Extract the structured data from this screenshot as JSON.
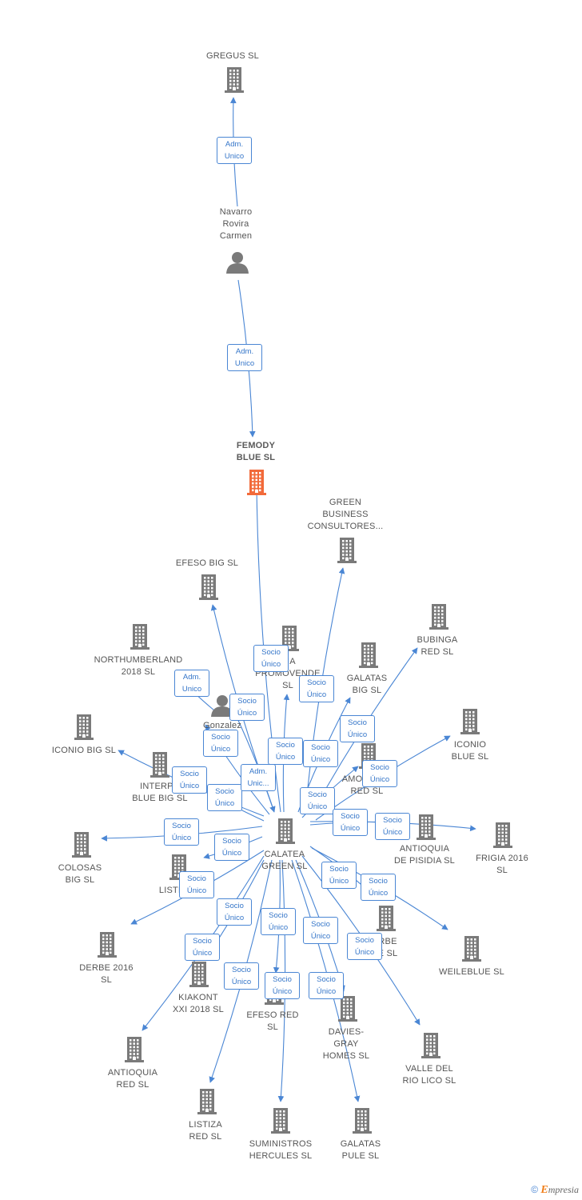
{
  "colors": {
    "edge": "#4a86d4",
    "node": "#7a7a7a",
    "focus": "#f26a3a"
  },
  "footer": {
    "copyright": "©",
    "brand_initial": "E",
    "brand_rest": "mpresia"
  },
  "nodes": [
    {
      "id": "gregus",
      "label": "GREGUS  SL",
      "type": "company"
    },
    {
      "id": "navarro",
      "label": "Navarro\nRovira\nCarmen",
      "type": "person"
    },
    {
      "id": "femody",
      "label": "FEMODY\nBLUE  SL",
      "type": "focus"
    },
    {
      "id": "green",
      "label": "GREEN\nBUSINESS\nCONSULTORES...",
      "type": "company"
    },
    {
      "id": "efeso_big",
      "label": "EFESO BIG  SL",
      "type": "company"
    },
    {
      "id": "frigia_prom",
      "label": "GIA\nPROMOVENDE\nSL",
      "type": "company"
    },
    {
      "id": "bubinga",
      "label": "BUBINGA\nRED  SL",
      "type": "company"
    },
    {
      "id": "northumberland",
      "label": "NORTHUMBERLAND\n2018  SL",
      "type": "company"
    },
    {
      "id": "galatas_big",
      "label": "GALATAS\nBIG  SL",
      "type": "company"
    },
    {
      "id": "gonzalez",
      "label": "Gonzalez\nPe        ris",
      "type": "person"
    },
    {
      "id": "iconio_blue",
      "label": "ICONIO\nBLUE  SL",
      "type": "company"
    },
    {
      "id": "iconio_big",
      "label": "ICONIO BIG  SL",
      "type": "company"
    },
    {
      "id": "interpul",
      "label": "INTERPU\nBLUE BIG  SL",
      "type": "company"
    },
    {
      "id": "amonio",
      "label": "AMONIO        TA\nRED  SL",
      "type": "company"
    },
    {
      "id": "calatea",
      "label": "CALATEA\nGREEN  SL",
      "type": "company"
    },
    {
      "id": "colosas",
      "label": "COLOSAS\nBIG  SL",
      "type": "company"
    },
    {
      "id": "listiza_1",
      "label": "LISTIZ",
      "type": "company"
    },
    {
      "id": "antioquia_pis",
      "label": "ANTIOQUIA\nDE PISIDIA  SL",
      "type": "company"
    },
    {
      "id": "frigia_2016",
      "label": "FRIGIA 2016\nSL",
      "type": "company"
    },
    {
      "id": "derbe_2016",
      "label": "DERBE 2016\nSL",
      "type": "company"
    },
    {
      "id": "derbe_2",
      "label": "RBE\nE  SL",
      "type": "company"
    },
    {
      "id": "weileblue",
      "label": "WEILEBLUE  SL",
      "type": "company"
    },
    {
      "id": "kiakont",
      "label": "KIAKONT\nXXI 2018  SL",
      "type": "company"
    },
    {
      "id": "efeso_red",
      "label": "EFESO RED\nSL",
      "type": "company"
    },
    {
      "id": "davies",
      "label": "DAVIES-\nGRAY\nHOMES  SL",
      "type": "company"
    },
    {
      "id": "valle",
      "label": "VALLE DEL\nRIO LICO  SL",
      "type": "company"
    },
    {
      "id": "antioquia_red",
      "label": "ANTIOQUIA\nRED  SL",
      "type": "company"
    },
    {
      "id": "listiza_red",
      "label": "LISTIZA\nRED  SL",
      "type": "company"
    },
    {
      "id": "suministros",
      "label": "SUMINISTROS\nHERCULES  SL",
      "type": "company"
    },
    {
      "id": "galatas_pule",
      "label": "GALATAS\nPULE  SL",
      "type": "company"
    }
  ],
  "edges": [
    {
      "from": "navarro",
      "to": "gregus",
      "label": "Adm.\nUnico"
    },
    {
      "from": "navarro",
      "to": "femody",
      "label": "Adm.\nUnico"
    },
    {
      "from": "calatea",
      "to": "femody",
      "label": "Socio\nÚnico"
    },
    {
      "from": "calatea",
      "to": "green",
      "label": "Socio\nÚnico"
    },
    {
      "from": "calatea",
      "to": "efeso_big",
      "label": "Socio\nÚnico"
    },
    {
      "from": "calatea",
      "to": "frigia_prom",
      "label": "Socio\nÚnico"
    },
    {
      "from": "calatea",
      "to": "bubinga",
      "label": "Socio\nÚnico"
    },
    {
      "from": "gonzalez",
      "to": "northumberland",
      "label": "Adm.\nUnico"
    },
    {
      "from": "calatea",
      "to": "galatas_big",
      "label": "Socio\nÚnico"
    },
    {
      "from": "calatea",
      "to": "iconio_blue",
      "label": "Socio\nÚnico"
    },
    {
      "from": "calatea",
      "to": "iconio_big",
      "label": "Socio\nÚnico"
    },
    {
      "from": "calatea",
      "to": "interpul",
      "label": "Socio\nÚnico"
    },
    {
      "from": "gonzalez",
      "to": "calatea",
      "label": "Adm.\nUnic..."
    },
    {
      "from": "calatea",
      "to": "amonio",
      "label": "Socio\nÚnico"
    },
    {
      "from": "calatea",
      "to": "colosas",
      "label": "Socio\nÚnico"
    },
    {
      "from": "calatea",
      "to": "listiza_1",
      "label": "Socio\nÚnico"
    },
    {
      "from": "calatea",
      "to": "antioquia_pis",
      "label": "Socio\nÚnico"
    },
    {
      "from": "calatea",
      "to": "frigia_2016",
      "label": "Socio\nÚnico"
    },
    {
      "from": "calatea",
      "to": "derbe_2016",
      "label": "Socio\nÚnico"
    },
    {
      "from": "calatea",
      "to": "derbe_2",
      "label": "Socio\nÚnico"
    },
    {
      "from": "calatea",
      "to": "weileblue",
      "label": "Socio\nÚnico"
    },
    {
      "from": "calatea",
      "to": "kiakont",
      "label": "Socio\nÚnico"
    },
    {
      "from": "calatea",
      "to": "efeso_red",
      "label": "Socio\nÚnico"
    },
    {
      "from": "calatea",
      "to": "davies",
      "label": "Socio\nÚnico"
    },
    {
      "from": "calatea",
      "to": "valle",
      "label": "Socio\nÚnico"
    },
    {
      "from": "calatea",
      "to": "antioquia_red",
      "label": "Socio\nÚnico"
    },
    {
      "from": "calatea",
      "to": "listiza_red",
      "label": "Socio\nÚnico"
    },
    {
      "from": "calatea",
      "to": "suministros",
      "label": "Socio\nÚnico"
    },
    {
      "from": "calatea",
      "to": "galatas_pule",
      "label": "Socio\nÚnico"
    },
    {
      "from": "calatea",
      "to": "gonzalez",
      "label": "Socio\nÚnico"
    }
  ]
}
